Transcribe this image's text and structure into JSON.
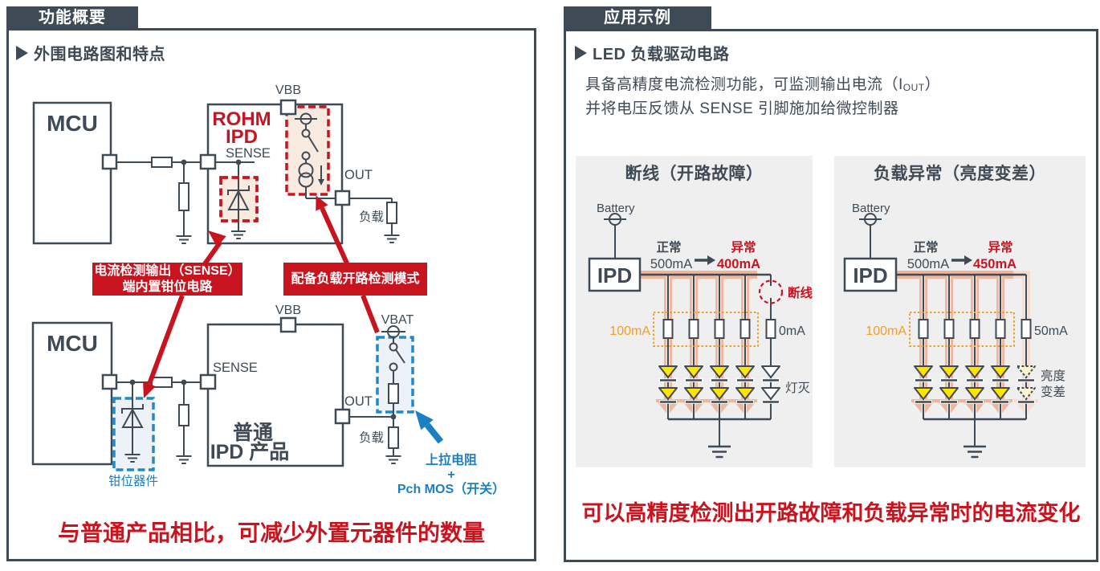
{
  "colors": {
    "slate": "#3e4a55",
    "red": "#c8141e",
    "blue": "#1b7fc3",
    "orange": "#f09f28",
    "salmon": "#f1b59b",
    "salmon_pale": "#f8dbcb",
    "yellow": "#ffe400",
    "yellow_pale": "#fdf5cf",
    "peach_fill": "#f9eadf",
    "lightblue_fill": "#edf2f8",
    "case_gray": "#efefef"
  },
  "left_panel": {
    "tab": "功能概要",
    "heading": "外围电路图和特点",
    "top_circuit": {
      "mcu": "MCU",
      "chip_line1": "ROHM",
      "chip_line2": "IPD",
      "vbb": "VBB",
      "sense": "SENSE",
      "out": "OUT",
      "load": "负载"
    },
    "callout_clamp_line1": "电流检测输出（SENSE）",
    "callout_clamp_line2": "端内置钳位电路",
    "callout_open_detect": "配备负载开路检测模式",
    "bottom_circuit": {
      "mcu": "MCU",
      "chip_line1": "普通",
      "chip_line2": "IPD 产品",
      "vbb": "VBB",
      "sense": "SENSE",
      "out": "OUT",
      "load": "负载",
      "vbat": "VBAT",
      "clamp_label": "钳位器件",
      "pullup_line1": "上拉电阻",
      "pullup_line2": "+",
      "pullup_line3": "Pch MOS（开关）"
    },
    "conclusion": "与普通产品相比，可减少外置元器件的数量"
  },
  "right_panel": {
    "tab": "应用示例",
    "heading": "LED 负载驱动电路",
    "desc_line1_pre": "具备高精度电流检测功能，可监测输出电流（I",
    "desc_line1_sub": "OUT",
    "desc_line1_post": "）",
    "desc_line2": "并将电压反馈从 SENSE 引脚施加给微控制器",
    "case_open": {
      "title": "断线（开路故障）",
      "battery": "Battery",
      "chip": "IPD",
      "normal_label": "正常",
      "normal_value": "500mA",
      "abnormal_label": "异常",
      "abnormal_value": "400mA",
      "branch_current": "100mA",
      "open_branch_current": "0mA",
      "break_label": "断线",
      "led_off_label": "灯灭"
    },
    "case_load": {
      "title": "负载异常（亮度变差）",
      "battery": "Battery",
      "chip": "IPD",
      "normal_label": "正常",
      "normal_value": "500mA",
      "abnormal_label": "异常",
      "abnormal_value": "450mA",
      "branch_current": "100mA",
      "weak_branch_current": "50mA",
      "dim_label_line1": "亮度",
      "dim_label_line2": "变差"
    },
    "conclusion": "可以高精度检测出开路故障和负载异常时的电流变化"
  }
}
